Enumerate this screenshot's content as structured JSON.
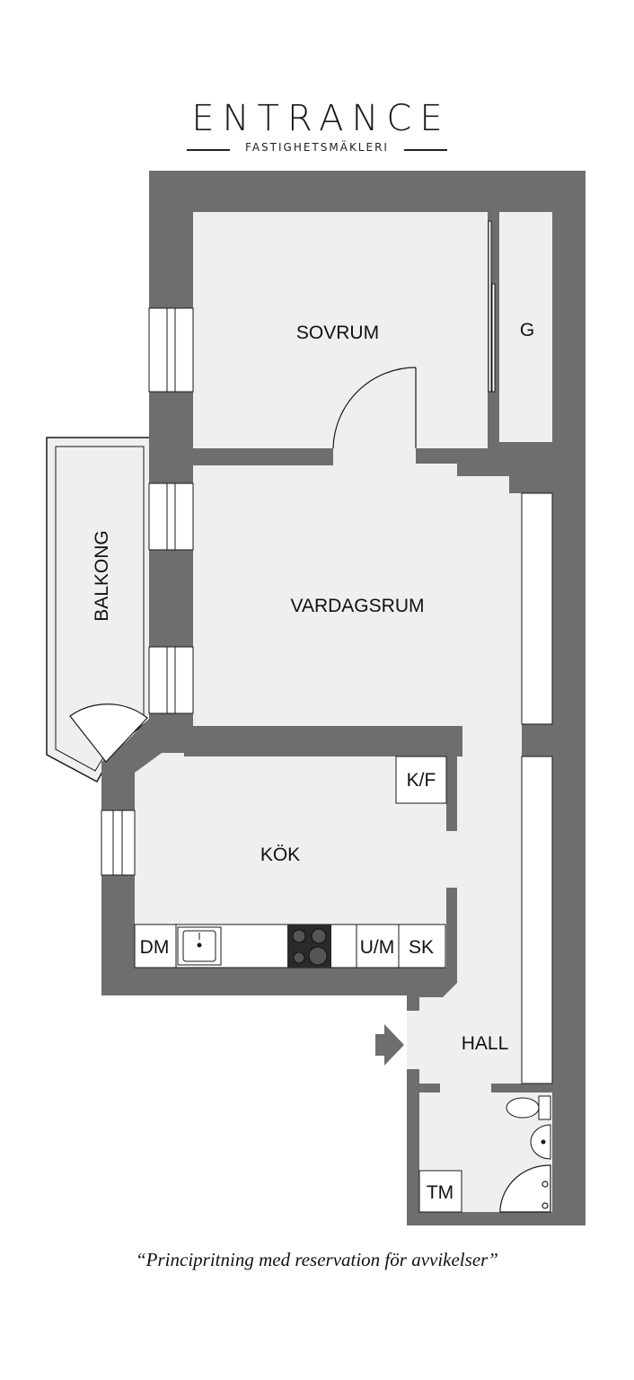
{
  "brand": {
    "name": "ENTRANCE",
    "tagline": "FASTIGHETSMÄKLERI"
  },
  "rooms": {
    "sovrum": "SOVRUM",
    "garderob": "G",
    "balkong": "BALKONG",
    "vardagsrum": "VARDAGSRUM",
    "kok": "KÖK",
    "kyl_frys": "K/F",
    "diskmaskin": "DM",
    "ugn_mikro": "U/M",
    "skap": "SK",
    "hall": "HALL",
    "tvattmaskin": "TM"
  },
  "disclaimer": "“Principritning med reservation för avvikelser”",
  "colors": {
    "wall": "#6e6e6e",
    "floor": "#efefef",
    "outline": "#1a1a1a",
    "background": "#ffffff"
  },
  "icons": [
    "entrance-arrow-icon",
    "sink-icon",
    "stove-icon",
    "toilet-icon",
    "washbasin-icon",
    "shower-icon"
  ]
}
